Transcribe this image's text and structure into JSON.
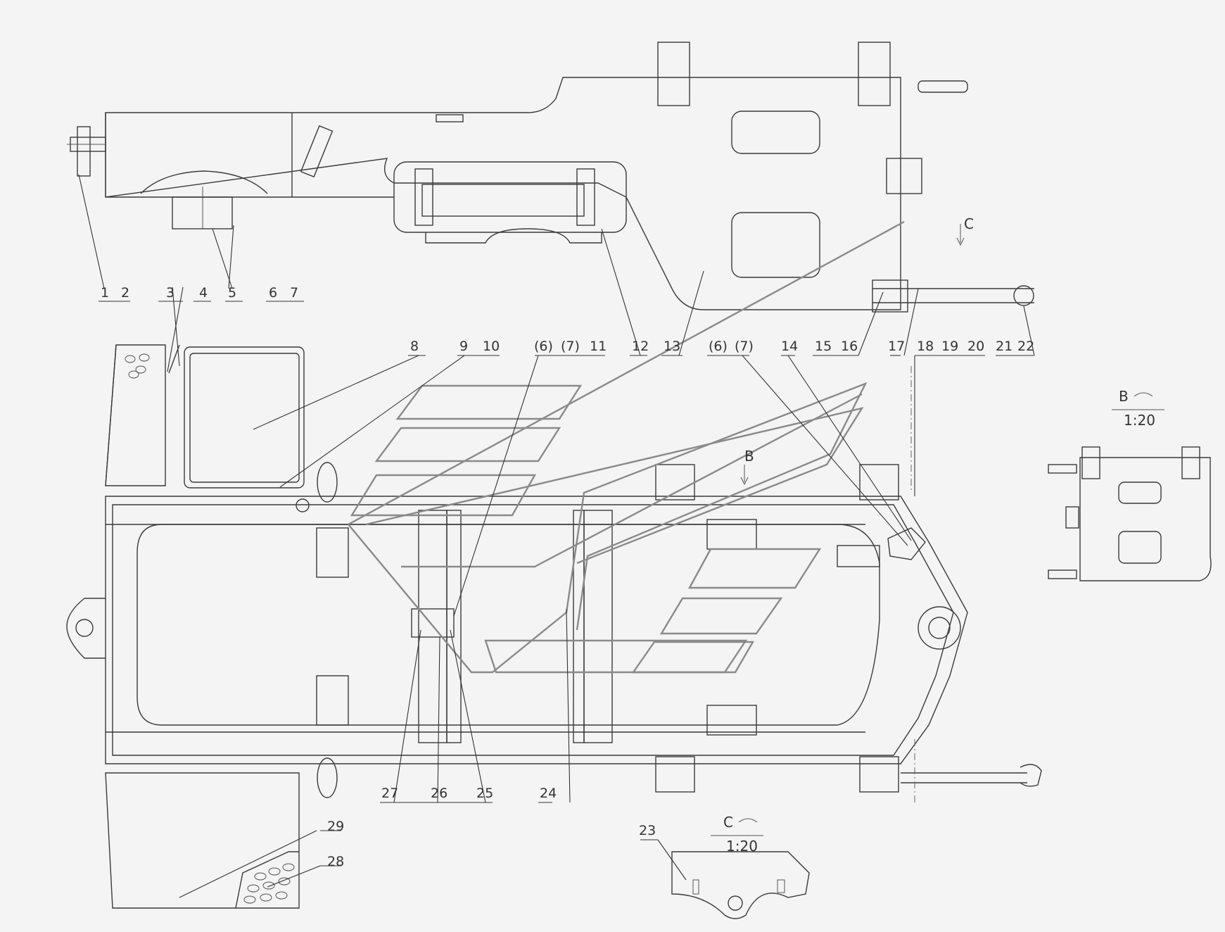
{
  "callouts": {
    "c1": "1",
    "c2": "2",
    "c3": "3",
    "c4": "4",
    "c5": "5",
    "c6": "6",
    "c7": "7",
    "c8": "8",
    "c9": "9",
    "c10": "10",
    "c6a": "(6)",
    "c7a": "(7)",
    "c11": "11",
    "c12": "12",
    "c13": "13",
    "c6b": "(6)",
    "c7b": "(7)",
    "c14": "14",
    "c15": "15",
    "c16": "16",
    "c17": "17",
    "c18": "18",
    "c19": "19",
    "c20": "20",
    "c21": "21",
    "c22": "22",
    "c23": "23",
    "c24": "24",
    "c25": "25",
    "c26": "26",
    "c27": "27",
    "c28": "28",
    "c29": "29"
  },
  "views": {
    "b_marker": "B",
    "c_marker": "C",
    "b_title": "B",
    "b_scale": "1:20",
    "c_title": "C",
    "c_scale": "1:20"
  }
}
